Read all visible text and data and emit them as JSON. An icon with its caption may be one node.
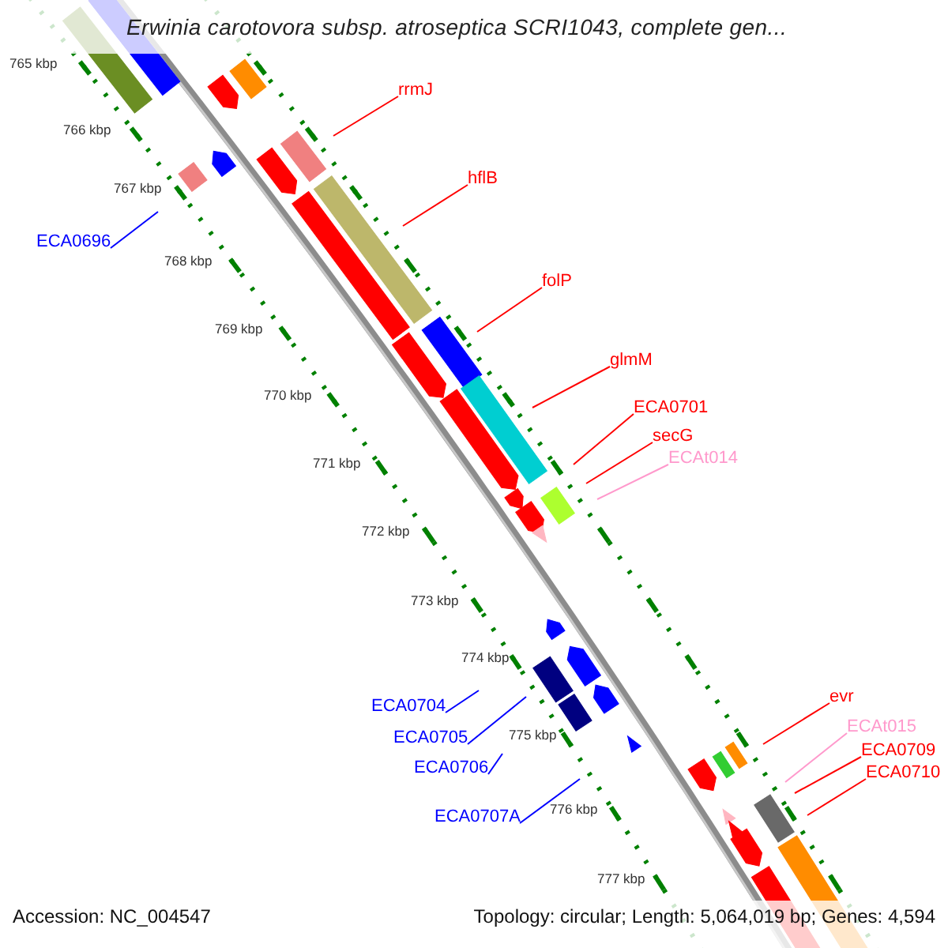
{
  "diagram": {
    "title": "Erwinia carotovora subsp. atroseptica SCRI1043, complete gen...",
    "nodes": [
      {
        "text": [
          "rrmJ"
        ]
      },
      {
        "text": [
          "hflB"
        ]
      },
      {
        "text": [
          "ECA0696"
        ]
      },
      {
        "text": [
          "folP"
        ]
      },
      {
        "text": [
          "glmM"
        ]
      },
      {
        "text": [
          "ECA0701"
        ]
      },
      {
        "text": [
          "secG"
        ]
      },
      {
        "text": [
          "ECAt014"
        ]
      },
      {
        "text": [
          "evr"
        ]
      },
      {
        "text": [
          "ECA0704"
        ]
      },
      {
        "text": [
          "ECAt015"
        ]
      },
      {
        "text": [
          "ECA0705"
        ]
      },
      {
        "text": [
          "ECA0709"
        ]
      },
      {
        "text": [
          "ECA0706"
        ]
      },
      {
        "text": [
          "ECA0710"
        ]
      },
      {
        "text": [
          "ECA0707A"
        ]
      }
    ],
    "edges": [
      {
        "from": 0,
        "to": null,
        "arrow": "none"
      },
      {
        "from": 1,
        "to": null,
        "arrow": "none"
      },
      {
        "from": 2,
        "to": null,
        "arrow": "none",
        "color": "#0000ff"
      },
      {
        "from": 3,
        "to": null,
        "arrow": "none"
      },
      {
        "from": 4,
        "to": null,
        "arrow": "none"
      },
      {
        "from": 5,
        "to": null,
        "arrow": "none"
      },
      {
        "from": 6,
        "to": null,
        "arrow": "none"
      },
      {
        "from": 7,
        "to": null,
        "arrow": "none",
        "color": "#ff99cc"
      },
      {
        "from": 8,
        "to": null,
        "arrow": "none"
      },
      {
        "from": 9,
        "to": null,
        "arrow": "none",
        "color": "#0000ff"
      },
      {
        "from": 10,
        "to": null,
        "arrow": "none",
        "color": "#ff99cc"
      },
      {
        "from": 11,
        "to": null,
        "arrow": "none",
        "color": "#0000ff"
      },
      {
        "from": 12,
        "to": null,
        "arrow": "none"
      },
      {
        "from": 13,
        "to": null,
        "arrow": "none",
        "color": "#0000ff"
      },
      {
        "from": 14,
        "to": null,
        "arrow": "none"
      },
      {
        "from": 15,
        "to": null,
        "arrow": "none",
        "color": "#0000ff"
      }
    ],
    "labels": [
      "765 kbp",
      "766 kbp",
      "767 kbp",
      "768 kbp",
      "769 kbp",
      "770 kbp",
      "771 kbp",
      "772 kbp",
      "773 kbp",
      "774 kbp",
      "775 kbp",
      "776 kbp",
      "777 kbp",
      "Accession: NC_004547",
      "Topology: circular; Length: 5,064,019 bp; Genes: 4,594"
    ]
  }
}
